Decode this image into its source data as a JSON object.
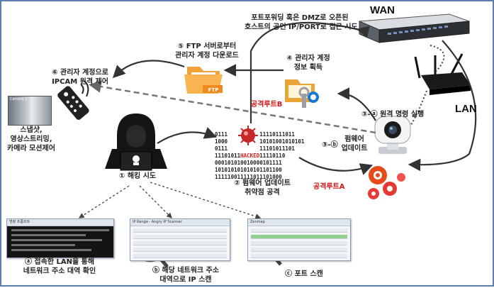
{
  "labels": {
    "wan": "WAN",
    "lan": "LAN",
    "port_forward_line1": "포트포워딩 혹은 DMZ로 오픈된",
    "port_forward_line2": "호스트의 공인 IP/PORT로 접근 시도",
    "step5_line1": "⑤ FTP 서버로부터",
    "step5_line2": "관리자 계정 다운로드",
    "step4_line1": "④ 관리자 계정",
    "step4_line2": "정보 획득",
    "step6_line1": "⑥ 관리자 계정으로",
    "step6_line2": "IPCAM 원격 제어",
    "route_b": "공격루트B",
    "route_a": "공격루트A",
    "step3a": "③-ⓐ 원격 명령 실행",
    "step3b_line1": "펌웨어",
    "step3b_line2": "업데이트",
    "step3b_num": "③-ⓑ",
    "cam_result_line1": "스냅샷,",
    "cam_result_line2": "영상스트리밍,",
    "cam_result_line3": "카메라 모션제어",
    "step1": "① 해킹 시도",
    "step2_line1": "② 펌웨어 업데이트",
    "step2_line2": "취약점 공격",
    "sub_a_line1": "ⓐ 접속한 LAN을 통해",
    "sub_a_line2": "네트워크 주소 대역 확인",
    "sub_b_line1": "ⓑ 해당 네트워크 주소",
    "sub_b_line2": "대역으로 IP 스캔",
    "sub_c": "ⓒ 포트 스캔",
    "ftp_folder": "FTP",
    "camera_thumb_title": "Camera 1"
  },
  "binary": {
    "line1": "0111          11110111011",
    "line2": "1000          10101001010101",
    "line3": "0111          11101011101",
    "line4a": "11101011",
    "line4hk": "HACKED",
    "line4b": "11110110",
    "line5": "000101010010000101111",
    "line6": "101010101010101101100",
    "line7": "111110011111011101000"
  },
  "windows": {
    "cmd_title": "명령 프롬프트",
    "ipscan_title": "IP Range - Angry IP Scanner",
    "portscan_title": "Zenmap"
  },
  "colors": {
    "border": "#5a7fb0",
    "attack_red": "#d01818",
    "arrow": "#333333",
    "folder": "#f2a23a",
    "gear": "#e64a19"
  }
}
